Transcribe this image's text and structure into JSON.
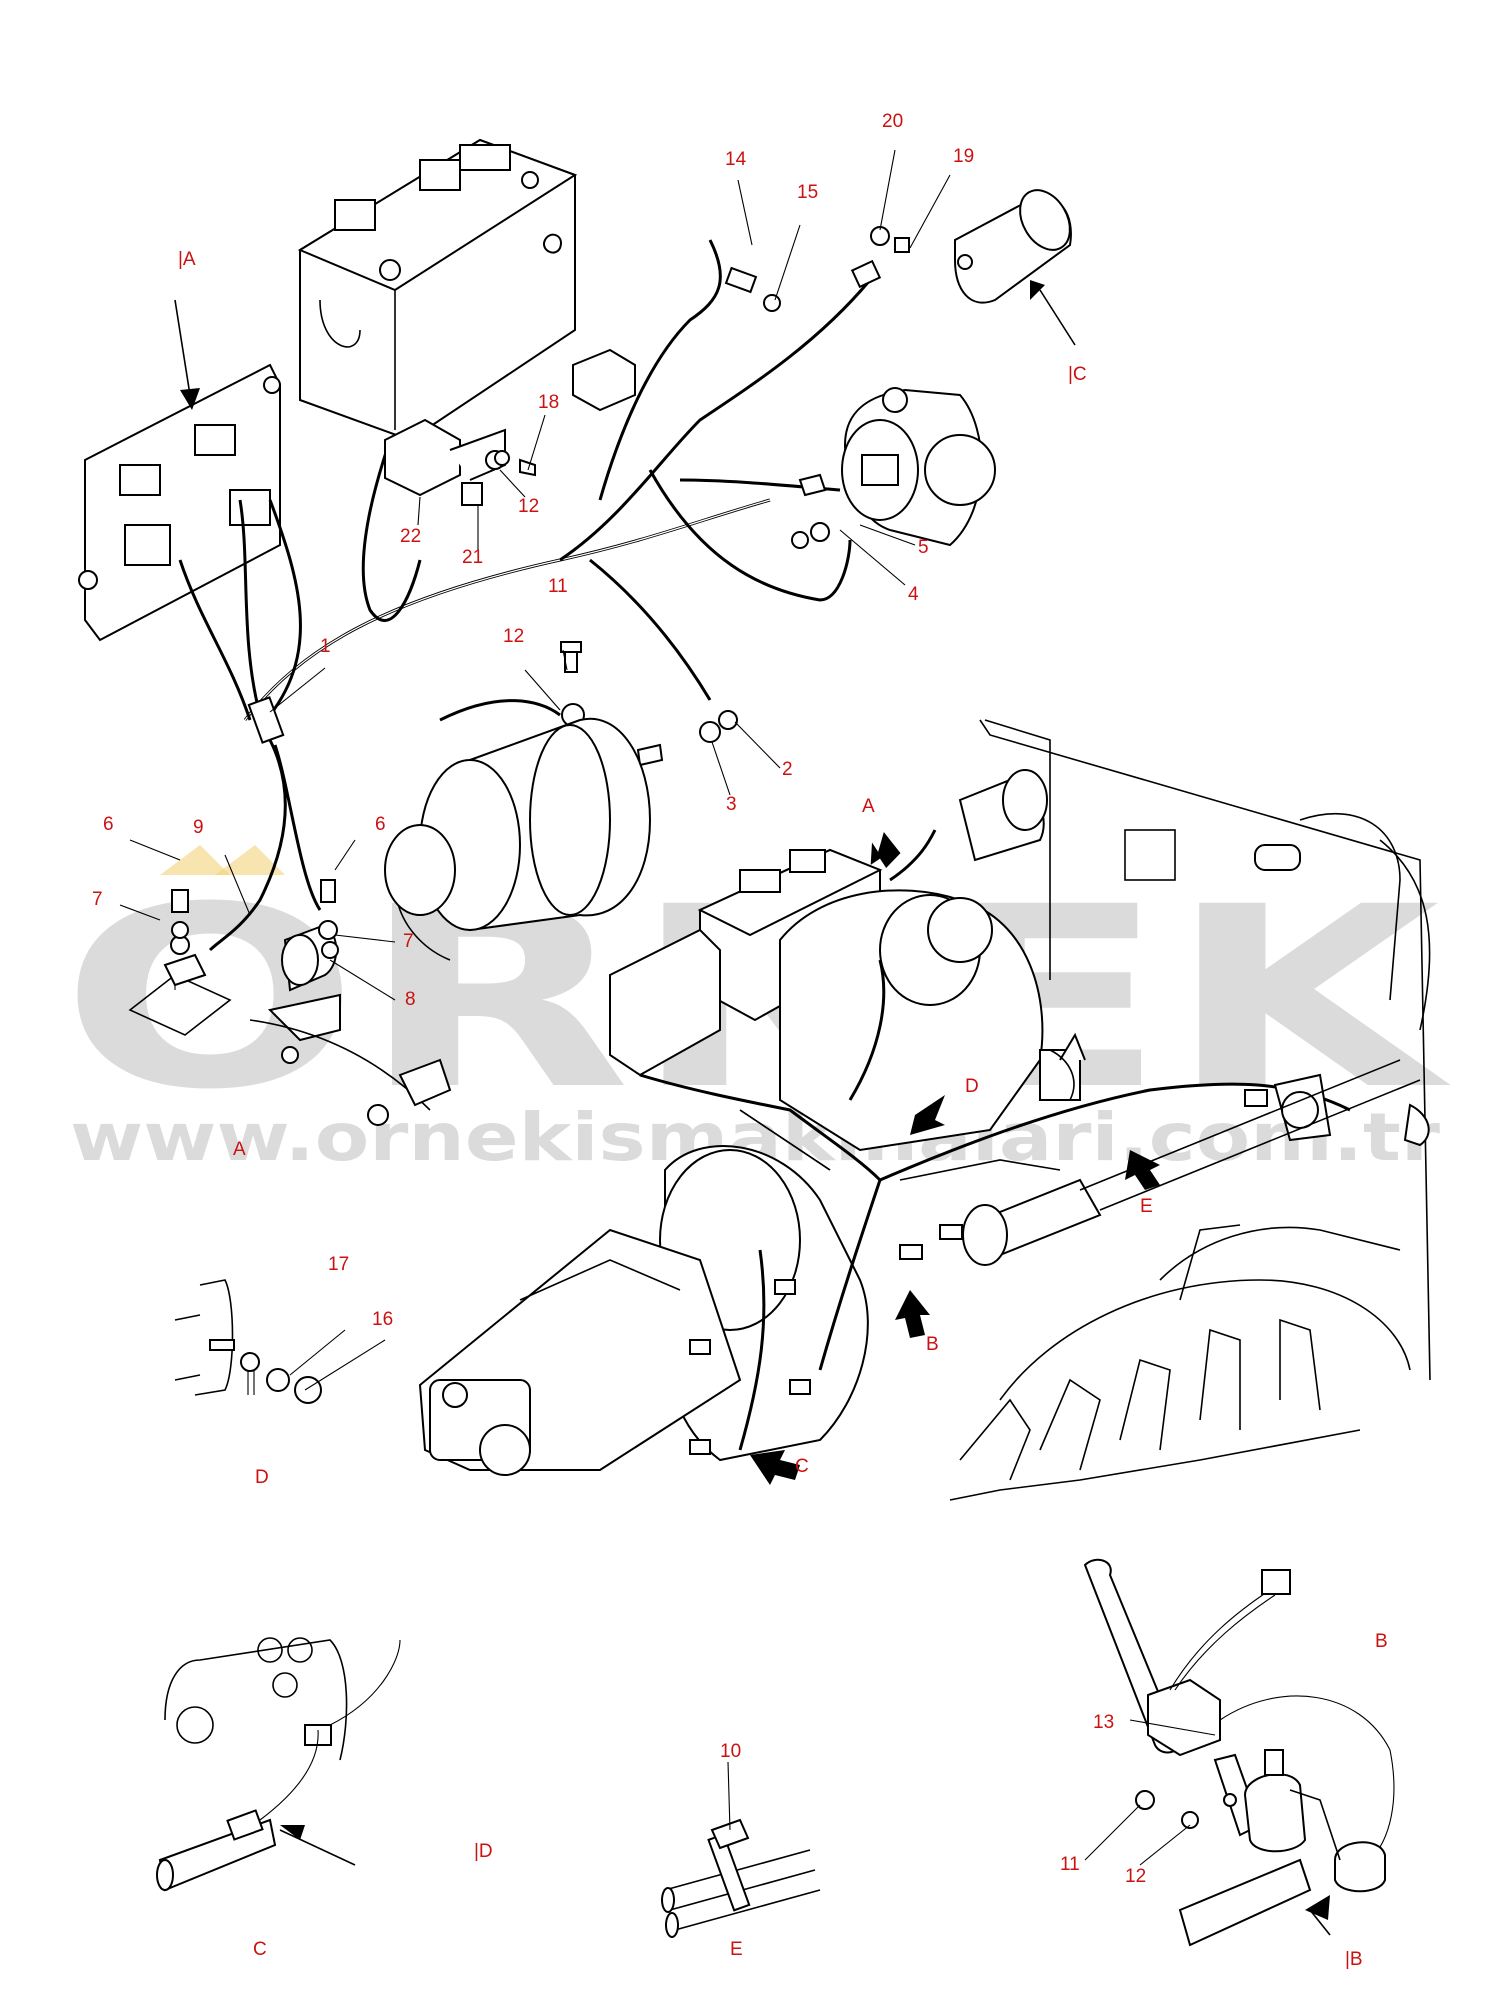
{
  "callouts": {
    "c1": "1",
    "c2": "2",
    "c3": "3",
    "c4": "4",
    "c5": "5",
    "c6a": "6",
    "c6b": "6",
    "c7a": "7",
    "c7b": "7",
    "c8": "8",
    "c9": "9",
    "c10": "10",
    "c11a": "11",
    "c11b": "11",
    "c12a": "12",
    "c12b": "12",
    "c12c": "12",
    "c13": "13",
    "c14": "14",
    "c15": "15",
    "c16": "16",
    "c17": "17",
    "c18": "18",
    "c19": "19",
    "c20": "20",
    "c21": "21",
    "c22": "22"
  },
  "view_labels": {
    "ref_a": "|A",
    "ref_c": "|C",
    "ref_d": "|D",
    "ref_b": "|B",
    "arrow_a": "A",
    "arrow_b": "B",
    "arrow_c": "C",
    "arrow_d": "D",
    "arrow_e": "E",
    "detail_a": "A",
    "detail_d": "D",
    "detail_b": "B",
    "detail_c": "C",
    "detail_e": "E"
  },
  "watermark": {
    "logo_text": "ORNEK",
    "url": "www.ornekismakinalari.com.tr"
  },
  "colors": {
    "callout": "#cc1111",
    "line": "#000000",
    "watermark": "#bfbfbf",
    "logo_accent": "#f2d27a"
  }
}
